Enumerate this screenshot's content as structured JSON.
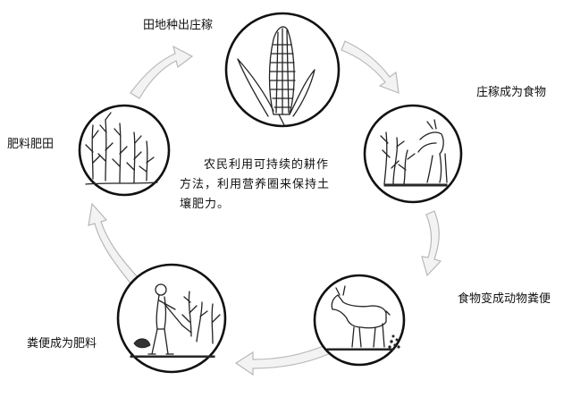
{
  "diagram": {
    "type": "cycle",
    "center_text": [
      "农民利用可持续的耕作",
      "方法，利用营养圈来保持土",
      "壤肥力。"
    ],
    "stages": [
      {
        "id": "field-crop",
        "label": "田地种出庄稼",
        "picture": "corn-cob"
      },
      {
        "id": "crop-food",
        "label": "庄稼成为食物",
        "picture": "goat-eating-plants"
      },
      {
        "id": "food-manure",
        "label": "食物变成动物粪便",
        "picture": "goat-droppings"
      },
      {
        "id": "manure-fertilizer",
        "label": "粪便成为肥料",
        "picture": "farmer-spreading-manure"
      },
      {
        "id": "fertilize-field",
        "label": "肥料肥田",
        "picture": "corn-field"
      }
    ],
    "arrow_style": "light-gray curved arrows, clockwise"
  }
}
